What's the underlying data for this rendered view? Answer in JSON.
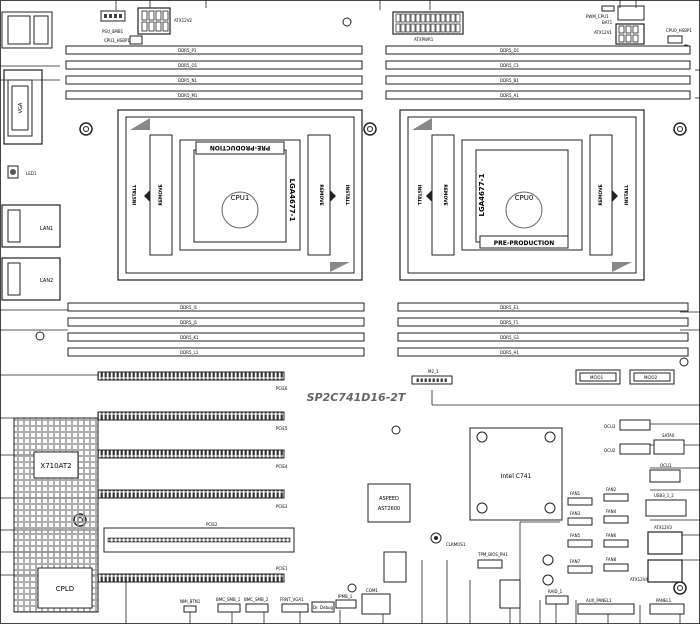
{
  "board": {
    "model": "SP2C741D16-2T",
    "chipset": "Intel C741",
    "bmc_line1": "ASPEED",
    "bmc_line2": "AST2600",
    "nic": "X710AT2",
    "cpld": "CPLD"
  },
  "cpus": [
    {
      "label": "CPU1",
      "socket": "LGA4677-1",
      "status": "PRE-PRODUCTION",
      "words": [
        "INSTALL",
        "REMOVE",
        "REMOVE",
        "INSTALL"
      ]
    },
    {
      "label": "CPU0",
      "socket": "LGA4677-1",
      "status": "PRE-PRODUCTION",
      "words": [
        "INSTALL",
        "REMOVE",
        "REMOVE",
        "INSTALL"
      ]
    }
  ],
  "dimms_top_left": [
    "DDR5_P1",
    "DDR5_O1",
    "DDR5_N1",
    "DDR5_M1"
  ],
  "dimms_top_right": [
    "DDR5_D1",
    "DDR5_C1",
    "DDR5_B1",
    "DDR5_A1"
  ],
  "dimms_bottom_left": [
    "DDR5_I1",
    "DDR5_J1",
    "DDR5_K1",
    "DDR5_L1"
  ],
  "dimms_bottom_right": [
    "DDR5_E1",
    "DDR5_F1",
    "DDR5_G1",
    "DDR5_H1"
  ],
  "pcie": [
    "PCIE6",
    "PCIE5",
    "PCIE4",
    "PCIE3",
    "PCIE2",
    "PCIE1"
  ],
  "rear": {
    "vga": "VGA",
    "lan1": "LAN1",
    "lan2": "LAN2",
    "led": "LED1"
  },
  "connectors": {
    "psu_smb": "PSU_SMB1",
    "atx12v2": "ATX12V2",
    "cpu1_hsbp": "CPU1_HSBP1",
    "atxpwr": "ATXPWR1",
    "pwm_cpu": "PWM_CPU1",
    "bat": "BAT1",
    "atx12v1": "ATX12V1",
    "cpu0_hsbp": "CPU0_HSBP1",
    "mcio1": "MCIO1",
    "mcio2": "MCIO2",
    "m2": "M2_1",
    "ocu3": "OCU3",
    "ocu2": "OCU2",
    "ocu1": "OCU1",
    "sata0": "SATA0",
    "fan1": "FAN1",
    "fan2": "FAN2",
    "fan3": "FAN3",
    "fan4": "FAN4",
    "fan5": "FAN5",
    "fan6": "FAN6",
    "fan7": "FAN7",
    "fan8": "FAN8",
    "usb": "USB3_1_2",
    "atx12v3": "ATX12V3",
    "atx12v4": "ATX12V4",
    "clrcmos": "CLRMOS1",
    "tpm": "TPM_BIOS_PH1",
    "com1": "COM1",
    "ipmb": "IPMB_1",
    "dr_debug": "Dr. Debug",
    "frnt_vga": "FRNT_VGA1",
    "bmc_smb1": "BMC_SMB_1",
    "bmc_smb2": "BMC_SMB_2",
    "nmi_btn": "NMI_BTN1",
    "raid": "RAID_1",
    "aux_panel": "AUX_PANEL1",
    "panel": "PANEL1"
  }
}
